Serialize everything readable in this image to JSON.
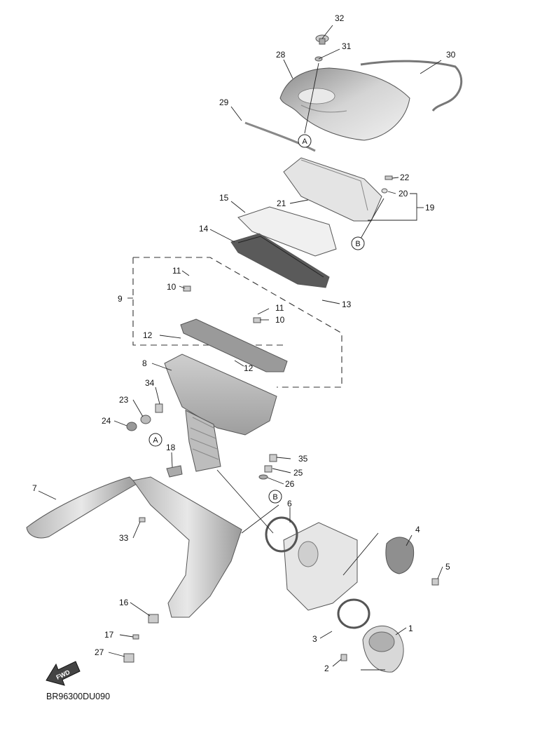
{
  "diagram": {
    "code": "BR96300DU090",
    "fwd_label": "FWD",
    "callout_A": "A",
    "callout_B": "B",
    "labels": {
      "p1": "1",
      "p2": "2",
      "p3": "3",
      "p4": "4",
      "p5": "5",
      "p6": "6",
      "p7": "7",
      "p8": "8",
      "p9": "9",
      "p10a": "10",
      "p10b": "10",
      "p11a": "11",
      "p11b": "11",
      "p12a": "12",
      "p12b": "12",
      "p13": "13",
      "p14": "14",
      "p15": "15",
      "p16": "16",
      "p17": "17",
      "p18": "18",
      "p19": "19",
      "p20": "20",
      "p21": "21",
      "p22": "22",
      "p23": "23",
      "p24": "24",
      "p25": "25",
      "p26": "26",
      "p27": "27",
      "p28": "28",
      "p29": "29",
      "p30": "30",
      "p31": "31",
      "p32": "32",
      "p33": "33",
      "p34": "34",
      "p35": "35"
    }
  }
}
